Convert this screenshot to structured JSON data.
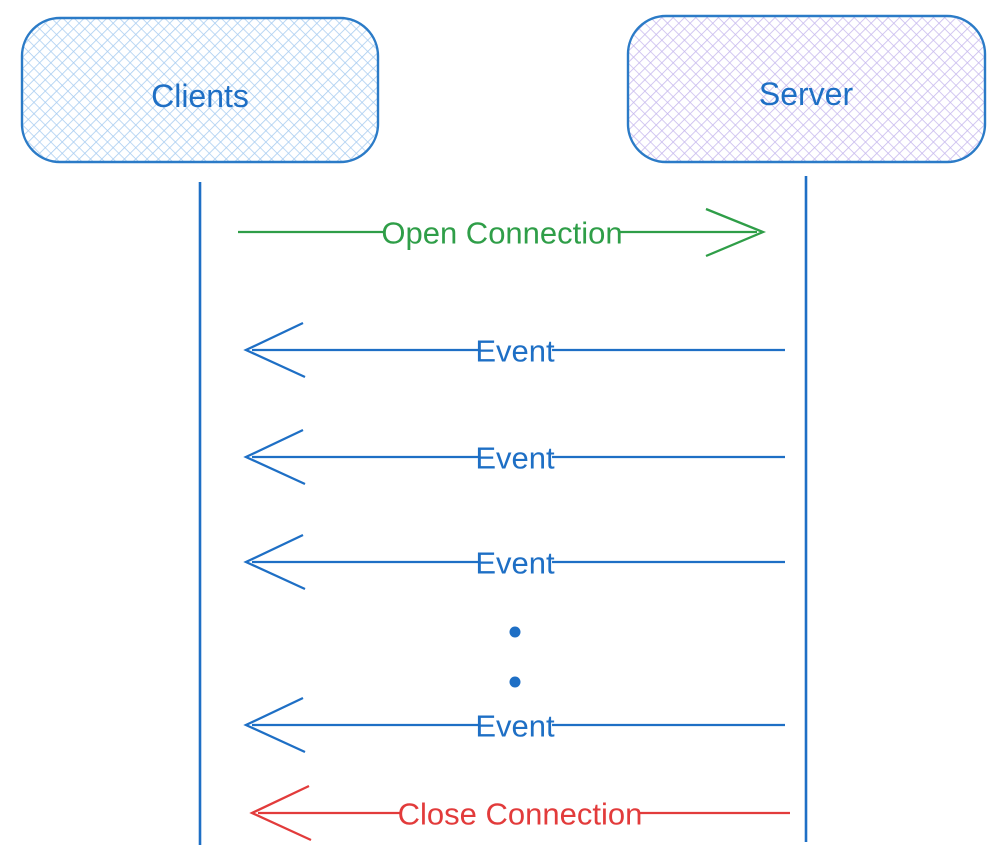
{
  "diagram": {
    "title": "client-server event stream sequence diagram",
    "actors": [
      {
        "id": "clients",
        "label": "Clients"
      },
      {
        "id": "server",
        "label": "Server"
      }
    ],
    "messages": [
      {
        "label": "Open Connection",
        "from": "Clients",
        "to": "Server",
        "direction": "right"
      },
      {
        "label": "Event",
        "from": "Server",
        "to": "Clients",
        "direction": "left"
      },
      {
        "label": "Event",
        "from": "Server",
        "to": "Clients",
        "direction": "left"
      },
      {
        "label": "Event",
        "from": "Server",
        "to": "Clients",
        "direction": "left"
      },
      {
        "label": "Event",
        "from": "Server",
        "to": "Clients",
        "direction": "left"
      },
      {
        "label": "Close Connection",
        "from": "Server",
        "to": "Clients",
        "direction": "left"
      }
    ],
    "continuation_dots_count": 2,
    "colors": {
      "blue": "#1e6fc5",
      "green": "#2f9e48",
      "red": "#e23b3b",
      "box_border": "#2b7bc7",
      "clients_hatch": "#a9cdf1",
      "server_hatch": "#c7b9ee",
      "background": "#ffffff"
    }
  }
}
